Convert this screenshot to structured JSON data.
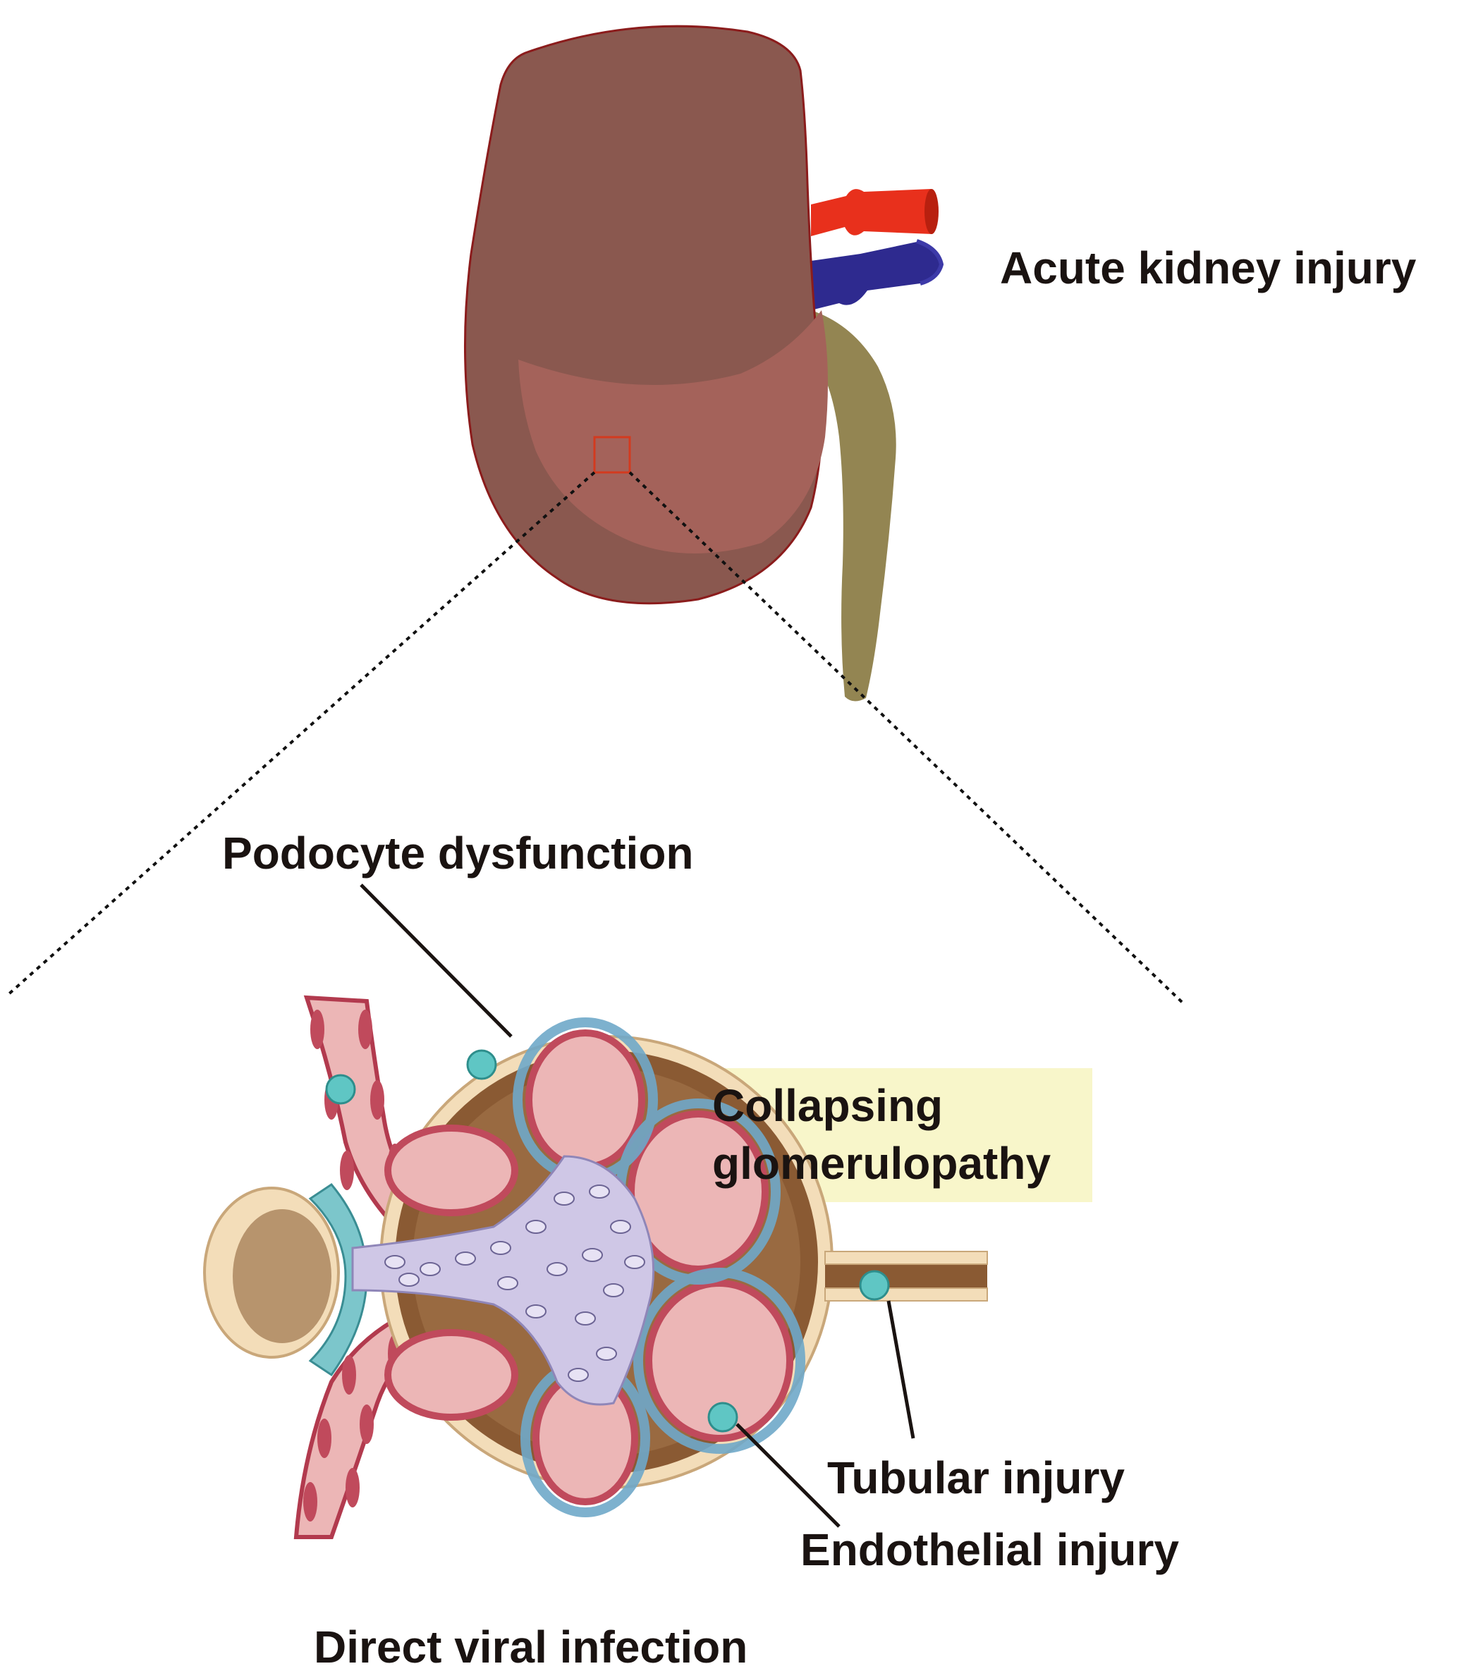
{
  "labels": {
    "acute_kidney_injury": "Acute kidney injury",
    "podocyte_dysfunction": "Podocyte dysfunction",
    "collapsing_line1": "Collapsing",
    "collapsing_line2": "glomerulopathy",
    "tubular_injury": "Tubular injury",
    "endothelial_injury": "Endothelial injury",
    "direct_viral_infection": "Direct viral infection"
  },
  "colors": {
    "kidney_outer": "#8a584f",
    "kidney_inner": "#a4625a",
    "kidney_outline": "#8b1c1c",
    "artery": "#e8301c",
    "vein": "#2e2a8f",
    "ureter": "#938552",
    "highlight_box": "#f7f4c1",
    "capsule_brown": "#8a5a33",
    "capillary_pink": "#ecb6b6",
    "endothelium": "#c04a5c",
    "podocyte_blue": "#6fa8c9",
    "mesangium": "#cfc7e6",
    "tubule_cells": "#f3ddb9",
    "virus": "#5fc6c4"
  }
}
